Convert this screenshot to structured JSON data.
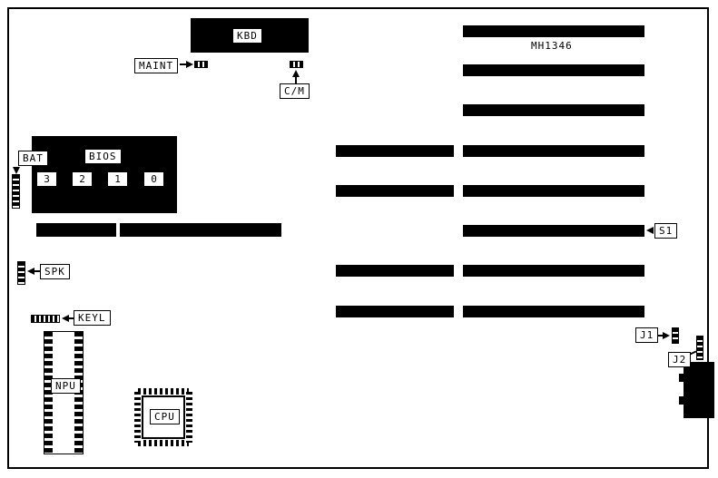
{
  "board": {
    "model": "MH1346"
  },
  "labels": {
    "kbd": "KBD",
    "maint": "MAINT",
    "cm": "C/M",
    "bat": "BAT",
    "bios": "BIOS",
    "spk": "SPK",
    "keyl": "KEYL",
    "npu": "NPU",
    "cpu": "CPU",
    "s1": "S1",
    "j1": "J1",
    "j2": "J2"
  },
  "bios_chips": [
    "3",
    "2",
    "1",
    "0"
  ],
  "colors": {
    "foreground": "#000000",
    "background": "#ffffff"
  }
}
